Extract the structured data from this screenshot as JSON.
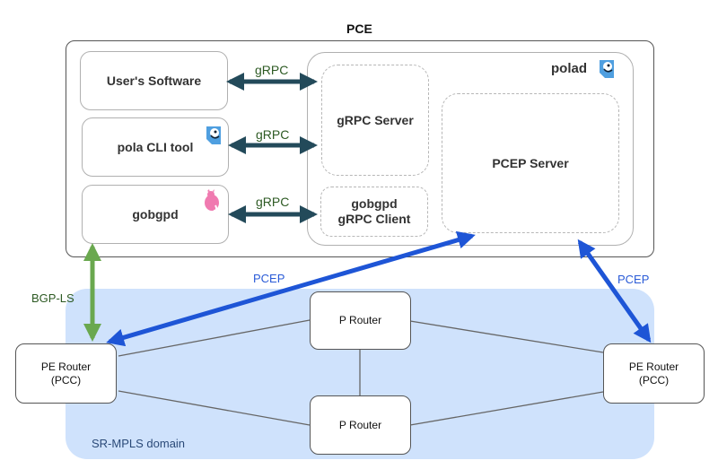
{
  "pce": {
    "title": "PCE",
    "users_software": "User's Software",
    "pola_cli": "pola CLI tool",
    "gobgpd": "gobgpd",
    "polad": "polad",
    "grpc_server": "gRPC Server",
    "gobgpd_client_line1": "gobgpd",
    "gobgpd_client_line2": "gRPC Client",
    "pcep_server": "PCEP Server",
    "links": [
      "gRPC",
      "gRPC",
      "gRPC"
    ]
  },
  "protocols": {
    "bgp_ls": "BGP-LS",
    "pcep_left": "PCEP",
    "pcep_right": "PCEP"
  },
  "domain": {
    "label": "SR-MPLS domain",
    "pe_left_line1": "PE Router",
    "pe_left_line2": "(PCC)",
    "pe_right_line1": "PE Router",
    "pe_right_line2": "(PCC)",
    "p_top": "P Router",
    "p_bottom": "P Router"
  },
  "colors": {
    "grpc_arrow": "#234a5a",
    "pcep_arrow": "#1e55d6",
    "bgp_arrow": "#6aa84f",
    "domain_fill": "#cfe2fc",
    "grpc_label": "#2d5a23",
    "pcep_label": "#2a5bd7"
  }
}
